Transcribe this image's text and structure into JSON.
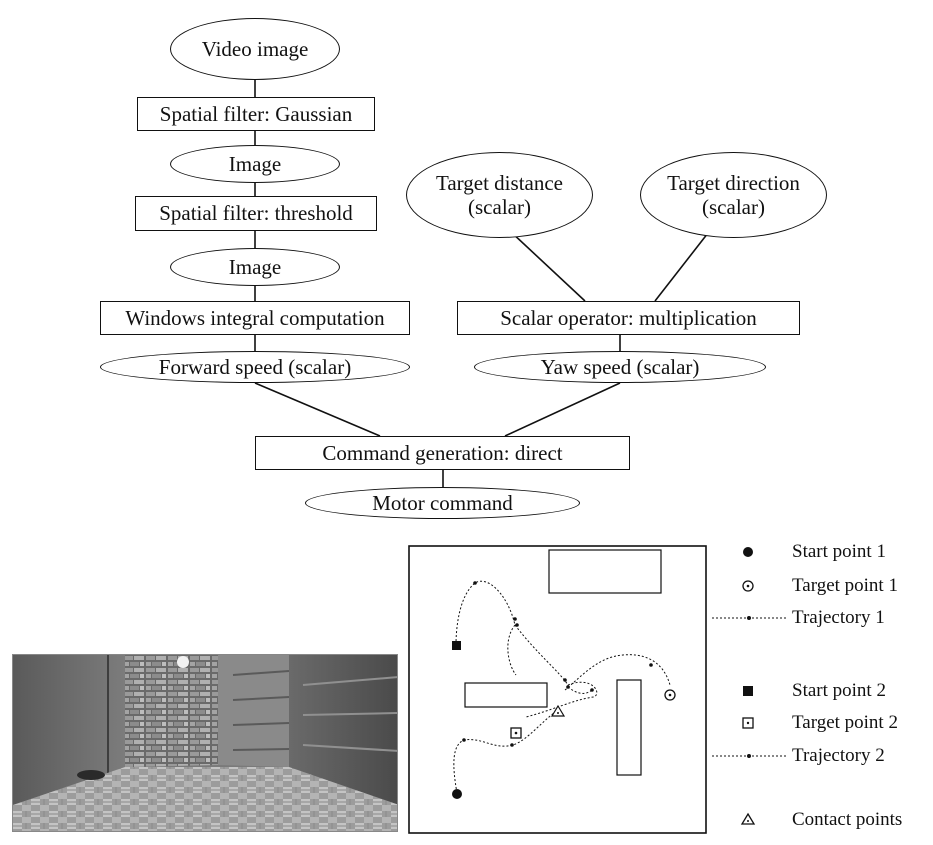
{
  "flowchart": {
    "video_image": "Video image",
    "spatial_gaussian": "Spatial filter: Gaussian",
    "image_1": "Image",
    "spatial_threshold": "Spatial filter: threshold",
    "image_2": "Image",
    "windows_integral": "Windows integral computation",
    "forward_speed": "Forward speed (scalar)",
    "target_distance_line1": "Target distance",
    "target_distance_line2": "(scalar)",
    "target_direction_line1": "Target direction",
    "target_direction_line2": "(scalar)",
    "scalar_operator": "Scalar operator: multiplication",
    "yaw_speed": "Yaw speed (scalar)",
    "command_generation": "Command generation: direct",
    "motor_command": "Motor command"
  },
  "legend": {
    "start_point_1": "Start point 1",
    "target_point_1": "Target point 1",
    "trajectory_1": "Trajectory 1",
    "start_point_2": "Start point 2",
    "target_point_2": "Target point 2",
    "trajectory_2": "Trajectory 2",
    "contact_points": "Contact points"
  }
}
